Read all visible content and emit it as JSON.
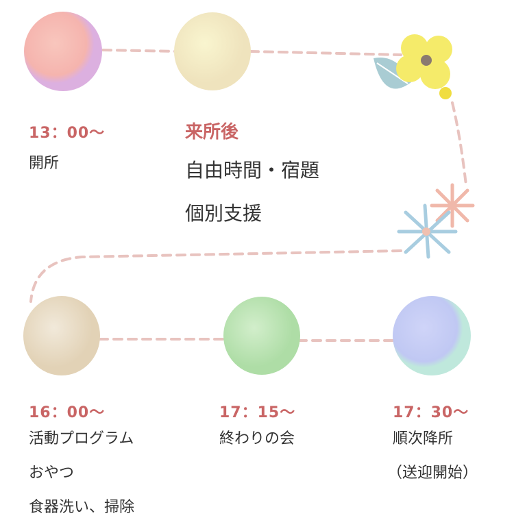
{
  "steps": [
    {
      "time": "13：00～",
      "lines": [
        "開所"
      ],
      "color": "#f5b4ae"
    },
    {
      "heading": "来所後",
      "lines": [
        "自由時間・宿題",
        "個別支援"
      ],
      "color": "#f6efc2"
    },
    {
      "time": "16：00～",
      "lines": [
        "活動プログラム",
        "おやつ",
        "食器洗い、掃除"
      ],
      "color": "#e9dcc5"
    },
    {
      "time": "17：15～",
      "lines": [
        "終わりの会"
      ],
      "color": "#bfe5b6"
    },
    {
      "time": "17：30～",
      "lines": [
        "順次降所",
        "（送迎開始）"
      ],
      "color": "#c4cbf4"
    }
  ],
  "colors": {
    "accent": "#c96565",
    "dash": "#e8c3bf"
  }
}
